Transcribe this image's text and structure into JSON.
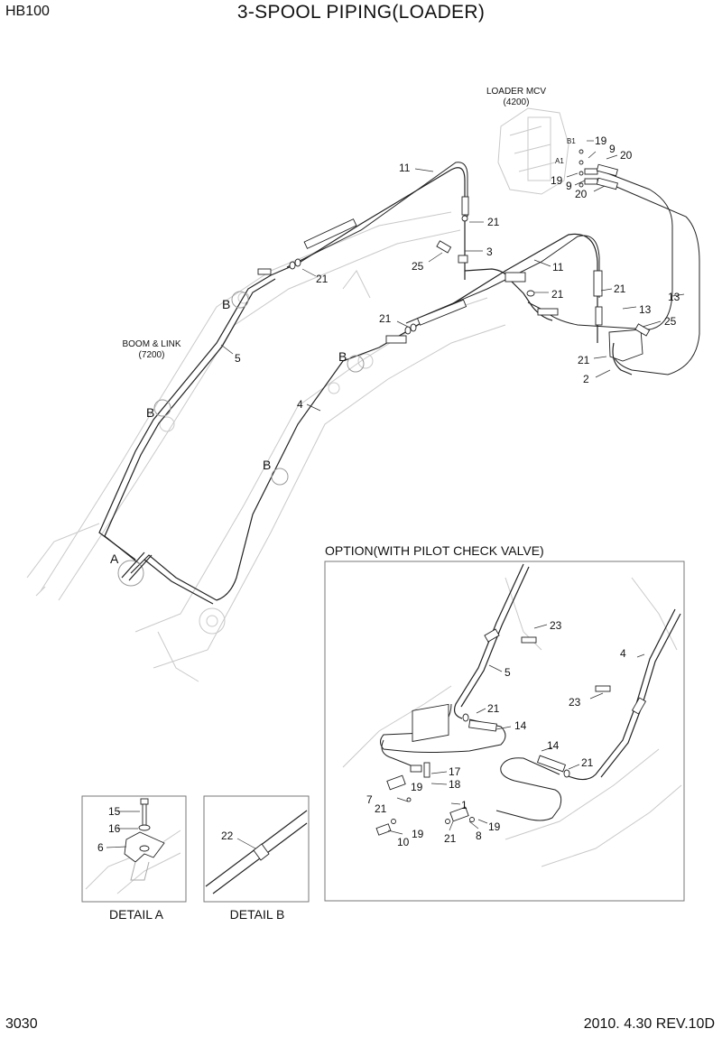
{
  "header": {
    "model": "HB100",
    "title": "3-SPOOL PIPING(LOADER)"
  },
  "footer": {
    "page": "3030",
    "date_rev": "2010. 4.30  REV.10D"
  },
  "labels": {
    "loader_mcv_line1": "LOADER MCV",
    "loader_mcv_line2": "(4200)",
    "boom_link_line1": "BOOM & LINK",
    "boom_link_line2": "(7200)",
    "port_b1": "B1",
    "port_a1": "A1",
    "option_title": "OPTION(WITH PILOT CHECK VALVE)",
    "detail_a": "DETAIL A",
    "detail_b": "DETAIL B"
  },
  "callouts": {
    "p11a": "11",
    "p21a": "21",
    "p3": "3",
    "p25a": "25",
    "p21b": "21",
    "p19a": "19",
    "p9a": "9",
    "p20a": "20",
    "p19b": "19",
    "p9b": "9",
    "p20b": "20",
    "p11b": "11",
    "p21c": "21",
    "p21d": "21",
    "p13a": "13",
    "p13b": "13",
    "p25b": "25",
    "p21e": "21",
    "p2": "2",
    "p21f": "21",
    "p5": "5",
    "p4": "4",
    "bA": "A",
    "bB1": "B",
    "bB2": "B",
    "bB3": "B",
    "bB4": "B",
    "o23a": "23",
    "o5": "5",
    "o4": "4",
    "o23b": "23",
    "o21a": "21",
    "o14a": "14",
    "o14b": "14",
    "o21b": "21",
    "o17": "17",
    "o18": "18",
    "o19a": "19",
    "o7": "7",
    "o21c": "21",
    "o1": "1",
    "o19b": "19",
    "o19c": "19",
    "o10": "10",
    "o21d": "21",
    "o8": "8",
    "da15": "15",
    "da16": "16",
    "da6": "6",
    "db22": "22"
  }
}
